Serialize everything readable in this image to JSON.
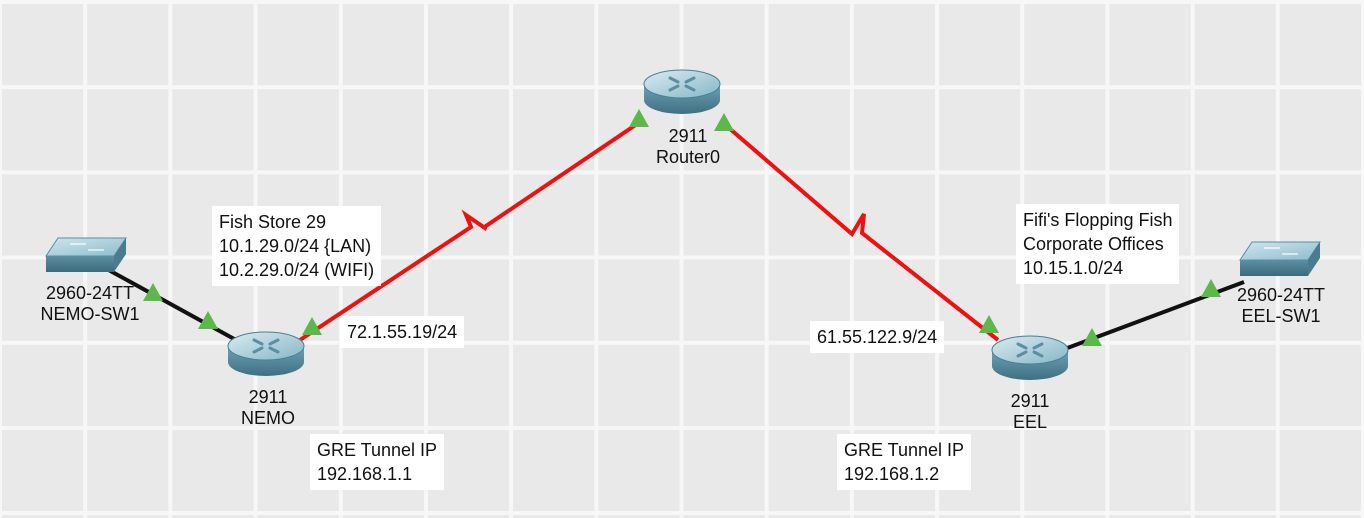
{
  "devices": {
    "router0": {
      "model": "2911",
      "name": "Router0"
    },
    "nemo": {
      "model": "2911",
      "name": "NEMO"
    },
    "eel": {
      "model": "2911",
      "name": "EEL"
    },
    "nemo_sw1": {
      "model": "2960-24TT",
      "name": "NEMO-SW1"
    },
    "eel_sw1": {
      "model": "2960-24TT",
      "name": "EEL-SW1"
    }
  },
  "notes": {
    "fish_store": {
      "lines": [
        "Fish Store 29",
        "10.1.29.0/24 {LAN)",
        "10.2.29.0/24 (WIFI)"
      ]
    },
    "corporate": {
      "lines": [
        "Fifi's Flopping Fish",
        "Corporate Offices",
        "10.15.1.0/24"
      ]
    },
    "nemo_wan_ip": "72.1.55.19/24",
    "eel_wan_ip": "61.55.122.9/24",
    "nemo_gre": {
      "lines": [
        "GRE Tunnel IP",
        "192.168.1.1"
      ]
    },
    "eel_gre": {
      "lines": [
        "GRE Tunnel IP",
        "192.168.1.2"
      ]
    }
  },
  "colors": {
    "serial_link": "#ee1111",
    "ethernet_link": "#111111",
    "link_up_indicator": "#5cb84a",
    "router_body": "#5f95a8",
    "switch_body": "#6fa2b2",
    "workspace_grid": "#e9e9e9"
  },
  "icons": {
    "router": "router-icon",
    "switch": "switch-icon",
    "link_status": "link-up-triangle-icon"
  }
}
